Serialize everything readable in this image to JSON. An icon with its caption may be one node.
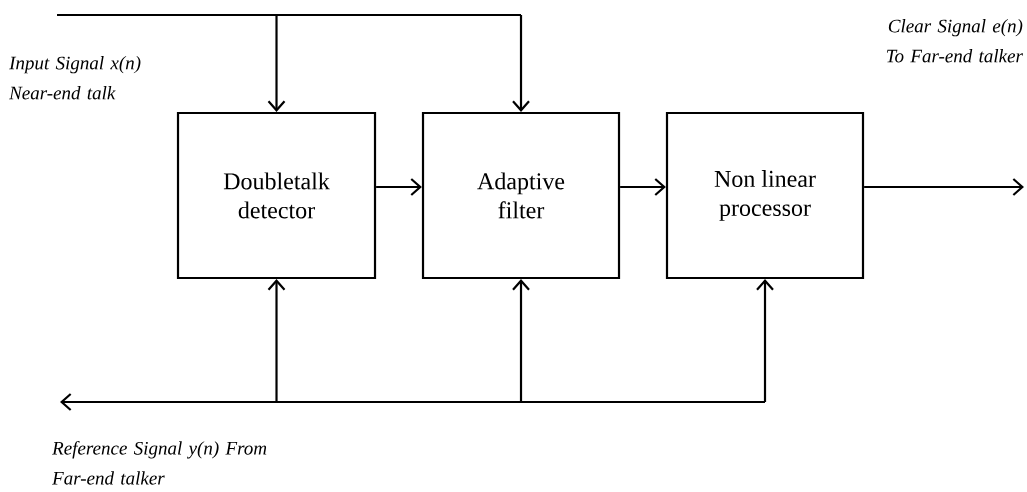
{
  "diagram": {
    "nodes": [
      {
        "text": [
          "Doubletalk detector"
        ]
      },
      {
        "text": [
          "Adaptive filter"
        ]
      },
      {
        "text": [
          "Non linear processor"
        ]
      }
    ],
    "edges": [
      {
        "from": null,
        "to": 0,
        "arrow": "to"
      },
      {
        "from": null,
        "to": 1,
        "arrow": "to"
      },
      {
        "from": 0,
        "to": 1,
        "arrow": "to"
      },
      {
        "from": 1,
        "to": 2,
        "arrow": "to"
      },
      {
        "from": 2,
        "to": null,
        "arrow": "to"
      },
      {
        "from": null,
        "to": 0,
        "arrow": "to"
      },
      {
        "from": null,
        "to": 1,
        "arrow": "to"
      },
      {
        "from": null,
        "to": 2,
        "arrow": "to"
      }
    ],
    "labels": [
      "Input Signal x(n) Near-end talk",
      "Clear Signal e(n) To Far-end talker",
      "Reference Signal y(n) From Far-end talker"
    ]
  }
}
